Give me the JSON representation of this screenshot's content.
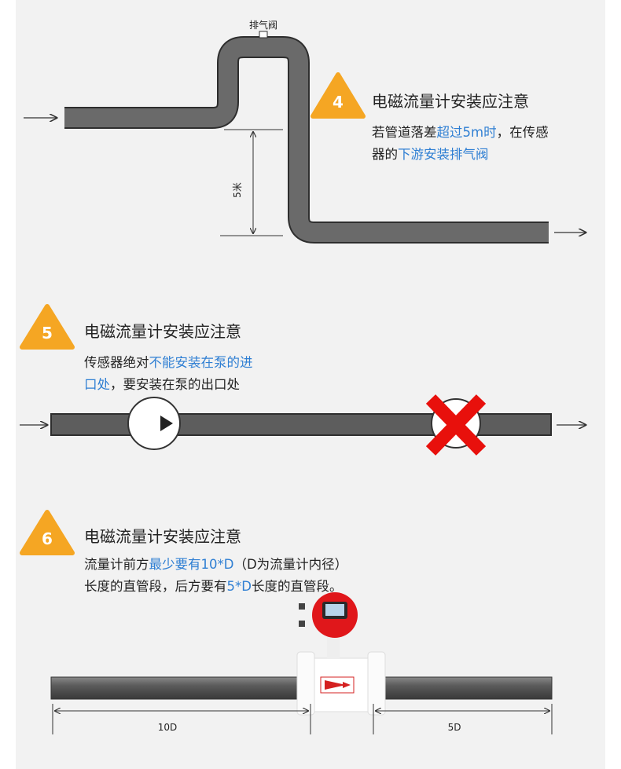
{
  "colors": {
    "accent": "#f5a623",
    "highlight": "#2f7fd3",
    "pipe": "#555555",
    "cross": "#e8100c",
    "meter_red": "#e0171b"
  },
  "section4": {
    "number": "4",
    "title": "电磁流量计安装应注意",
    "line1_a": "若管道落差",
    "line1_hl": "超过5m时",
    "line1_b": "，在传感",
    "line2_a": "器的",
    "line2_hl": "下游安装排气阀",
    "valve_label": "排气阀",
    "height_label": "5米"
  },
  "section5": {
    "number": "5",
    "title": "电磁流量计安装应注意",
    "line1_a": "传感器绝对",
    "line1_hl": "不能安装在泵的进",
    "line2_hl": "口处",
    "line2_b": "，要安装在泵的出口处"
  },
  "section6": {
    "number": "6",
    "title": "电磁流量计安装应注意",
    "line1_a": "流量计前方",
    "line1_hl": "最少要有10*D",
    "line1_b": "（D为流量计内径）",
    "line2_a": "长度的直管段，后方要有",
    "line2_hl": "5*D",
    "line2_b": "长度的直管段。",
    "upstream_label": "10D",
    "downstream_label": "5D"
  }
}
